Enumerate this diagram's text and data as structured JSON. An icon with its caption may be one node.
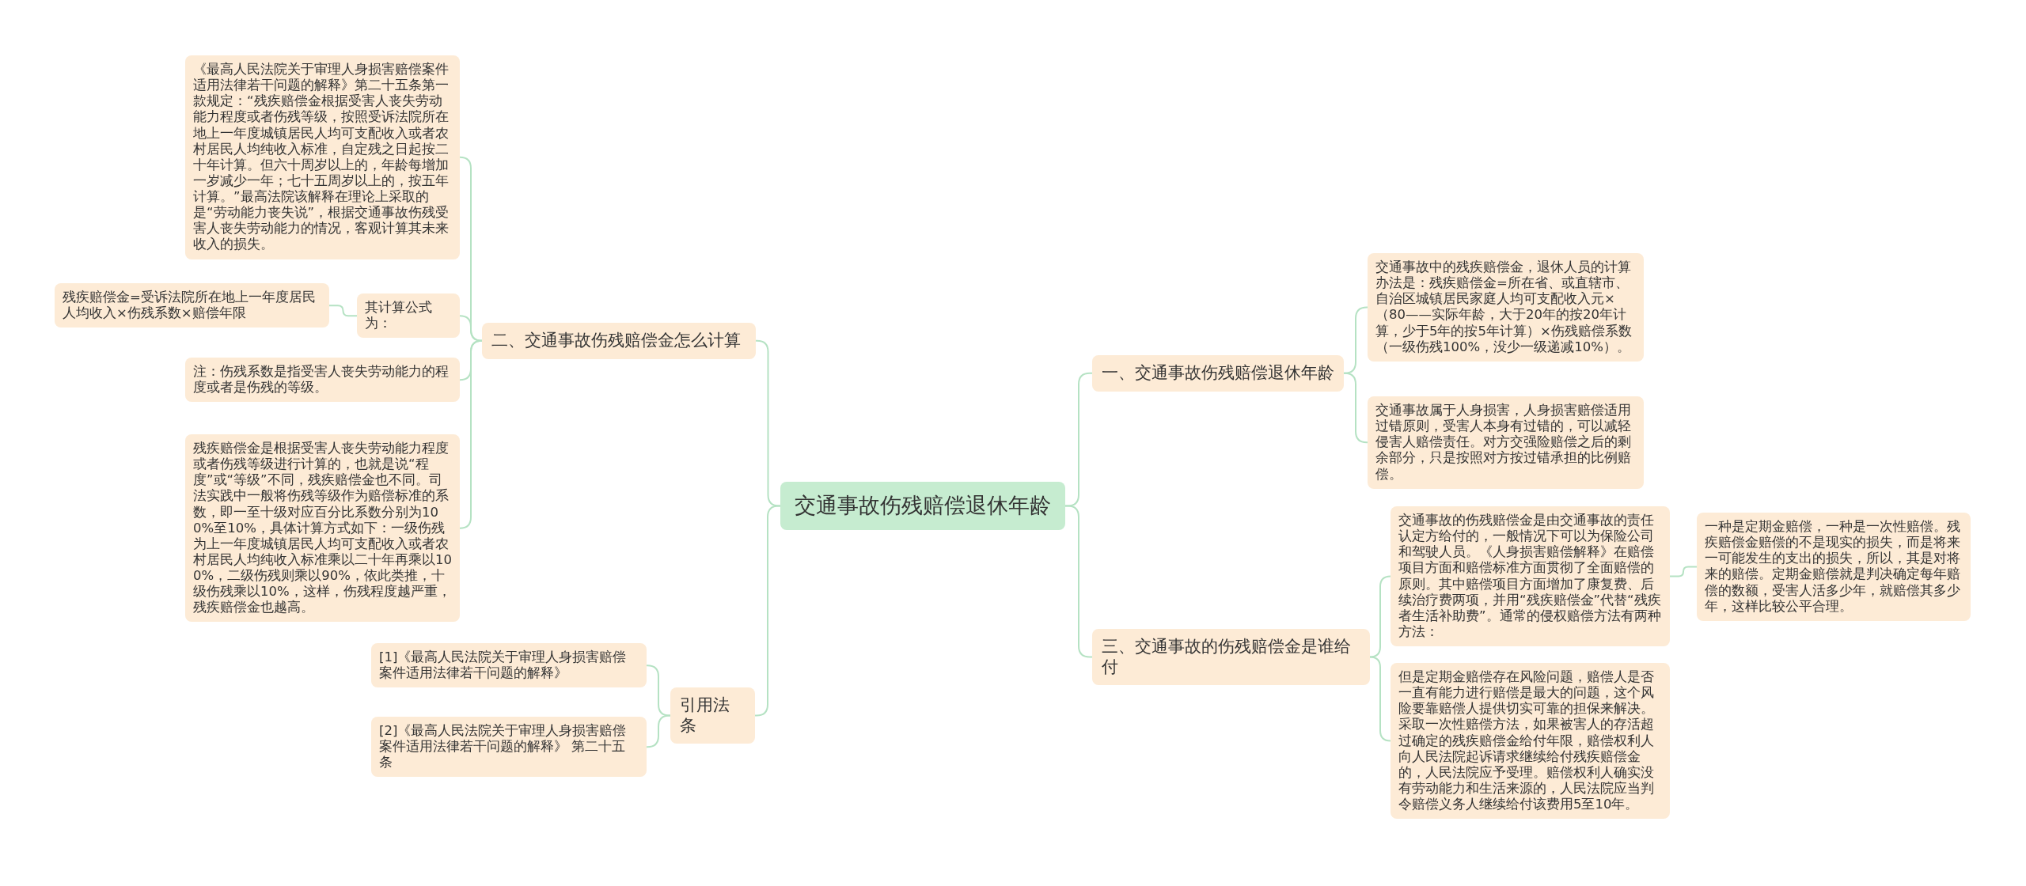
{
  "diagram": {
    "nodes": [
      {
        "text": [
          "交通事故伤残赔偿退休年龄"
        ]
      },
      {
        "text": [
          "一、交通事故伤残赔偿退休年龄"
        ]
      },
      {
        "text": [
          "交通事故中的残疾赔偿金，退休人员的计算办法是：残疾赔偿金=所在省、或直辖市、自治区城镇居民家庭人均可支配收入元×（80——实际年龄，大于20年的按20年计算，少于5年的按5年计算）×伤残赔偿系数（一级伤残100%，没少一级递减10%）。"
        ]
      },
      {
        "text": [
          "交通事故属于人身损害，人身损害赔偿适用过错原则，受害人本身有过错的，可以减轻侵害人赔偿责任。对方交强险赔偿之后的剩余部分，只是按照对方按过错承担的比例赔偿。"
        ]
      },
      {
        "text": [
          "三、交通事故的伤残赔偿金是谁给付"
        ]
      },
      {
        "text": [
          "交通事故的伤残赔偿金是由交通事故的责任认定方给付的，一般情况下可以为保险公司和驾驶人员。《人身损害赔偿解释》在赔偿项目方面和赔偿标准方面贯彻了全面赔偿的原则。其中赔偿项目方面增加了康复费、后续治疗费两项，并用“残疾赔偿金”代替“残疾者生活补助费”。通常的侵权赔偿方法有两种方法："
        ]
      },
      {
        "text": [
          "一种是定期金赔偿，一种是一次性赔偿。残疾赔偿金赔偿的不是现实的损失，而是将来一可能发生的支出的损失，所以，其是对将来的赔偿。定期金赔偿就是判决确定每年赔偿的数额，受害人活多少年，就赔偿其多少年，这样比较公平合理。"
        ]
      },
      {
        "text": [
          "但是定期金赔偿存在风险问题，赔偿人是否一直有能力进行赔偿是最大的问题，这个风险要靠赔偿人提供切实可靠的担保来解决。采取一次性赔偿方法，如果被害人的存活超过确定的残疾赔偿金给付年限，赔偿权利人向人民法院起诉请求继续给付残疾赔偿金的，人民法院应予受理。赔偿权利人确实没有劳动能力和生活来源的，人民法院应当判令赔偿义务人继续给付该费用5至10年。"
        ]
      },
      {
        "text": [
          "二、交通事故伤残赔偿金怎么计算"
        ]
      },
      {
        "text": [
          "《最高人民法院关于审理人身损害赔偿案件适用法律若干问题的解释》第二十五条第一款规定：“残疾赔偿金根据受害人丧失劳动能力程度或者伤残等级，按照受诉法院所在地上一年度城镇居民人均可支配收入或者农村居民人均纯收入标准，自定残之日起按二十年计算。但六十周岁以上的，年龄每增加一岁减少一年；七十五周岁以上的，按五年计算。”最高法院该解释在理论上采取的是“劳动能力丧失说”，根据交通事故伤残受害人丧失劳动能力的情况，客观计算其未来收入的损失。"
        ]
      },
      {
        "text": [
          "其计算公式为："
        ]
      },
      {
        "text": [
          "残疾赔偿金=受诉法院所在地上一年度居民人均收入×伤残系数×赔偿年限"
        ]
      },
      {
        "text": [
          "注：伤残系数是指受害人丧失劳动能力的程度或者是伤残的等级。"
        ]
      },
      {
        "text": [
          "残疾赔偿金是根据受害人丧失劳动能力程度或者伤残等级进行计算的，也就是说“程度”或“等级”不同，残疾赔偿金也不同。司法实践中一般将伤残等级作为赔偿标准的系数，即一至十级对应百分比系数分别为100%至10%，具体计算方式如下：一级伤残为上一年度城镇居民人均可支配收入或者农村居民人均纯收入标准乘以二十年再乘以100%，二级伤残则乘以90%，依此类推，十级伤残乘以10%，这样，伤残程度越严重，残疾赔偿金也越高。"
        ]
      },
      {
        "text": [
          "引用法条"
        ]
      },
      {
        "text": [
          "[1]《最高人民法院关于审理人身损害赔偿案件适用法律若干问题的解释》"
        ]
      },
      {
        "text": [
          "[2]《最高人民法院关于审理人身损害赔偿案件适用法律若干问题的解释》 第二十五条"
        ]
      }
    ],
    "edges": [
      {
        "from": 0,
        "to": 1,
        "arrow": "none"
      },
      {
        "from": 1,
        "to": 2,
        "arrow": "none"
      },
      {
        "from": 1,
        "to": 3,
        "arrow": "none"
      },
      {
        "from": 0,
        "to": 4,
        "arrow": "none"
      },
      {
        "from": 4,
        "to": 5,
        "arrow": "none"
      },
      {
        "from": 5,
        "to": 6,
        "arrow": "none"
      },
      {
        "from": 4,
        "to": 7,
        "arrow": "none"
      },
      {
        "from": 0,
        "to": 8,
        "arrow": "none"
      },
      {
        "from": 8,
        "to": 9,
        "arrow": "none"
      },
      {
        "from": 8,
        "to": 10,
        "arrow": "none"
      },
      {
        "from": 10,
        "to": 11,
        "arrow": "none"
      },
      {
        "from": 8,
        "to": 12,
        "arrow": "none"
      },
      {
        "from": 8,
        "to": 13,
        "arrow": "none"
      },
      {
        "from": 0,
        "to": 14,
        "arrow": "none"
      },
      {
        "from": 14,
        "to": 15,
        "arrow": "none"
      },
      {
        "from": 14,
        "to": 16,
        "arrow": "none"
      }
    ]
  }
}
